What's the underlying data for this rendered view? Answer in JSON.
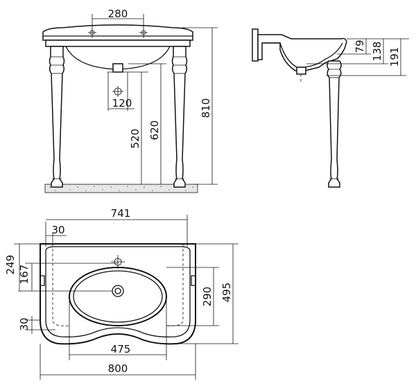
{
  "drawing": {
    "front_view": {
      "tap_spacing": "280",
      "waste_offset": "120",
      "waste_height": "520",
      "trap_height": "620",
      "total_height": "810"
    },
    "side_view": {
      "basin_depth_inner": "79",
      "basin_depth": "138",
      "total_depth": "191"
    },
    "top_view": {
      "inner_width": "741",
      "back_offset": "30",
      "tap_hole_offset": "249",
      "waste_offset": "167",
      "basin_depth": "290",
      "total_depth": "495",
      "front_offset": "30",
      "bowl_width": "475",
      "total_width": "800"
    }
  }
}
